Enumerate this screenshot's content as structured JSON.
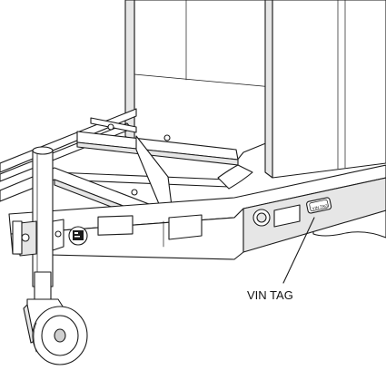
{
  "illustration": {
    "subject": "trailer-tongue-with-jack-and-vin-tag"
  },
  "callout": {
    "label": "VIN TAG"
  },
  "tag_plate": {
    "text": "VIN TAG"
  }
}
